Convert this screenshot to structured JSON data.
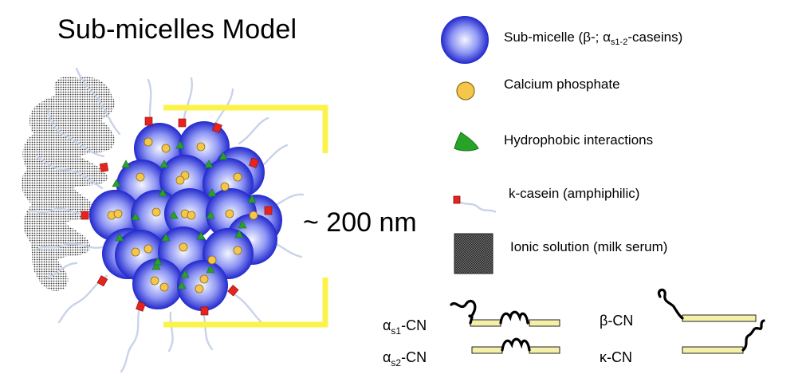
{
  "title": "Sub-micelles Model",
  "size_label": "~ 200 nm",
  "legend": {
    "sub_micelle": {
      "pre": "Sub-micelle (β-; α",
      "sub": "s1-2",
      "post": "-caseins)"
    },
    "calcium_phosphate": "Calcium phosphate",
    "hydrophobic": "Hydrophobic interactions",
    "kappa_casein": "k-casein (amphiphilic)",
    "ionic_solution": "Ionic solution (milk serum)"
  },
  "caseins": {
    "as1": {
      "pre": "α",
      "sub": "s1",
      "post": "-CN"
    },
    "as2": {
      "pre": "α",
      "sub": "s2",
      "post": "-CN"
    },
    "beta": "β-CN",
    "kappa": "κ-CN"
  },
  "colors": {
    "submicelle_center": "#f4f6ff",
    "submicelle_edge": "#1f24c9",
    "calcium": "#f5c64a",
    "hydrophobic": "#27a427",
    "kappa_square": "#e8231b",
    "hair": "#c9d3e8",
    "bracket": "#fbf34a",
    "serum": "#555555",
    "casein_bar": "#f4f0a8"
  }
}
